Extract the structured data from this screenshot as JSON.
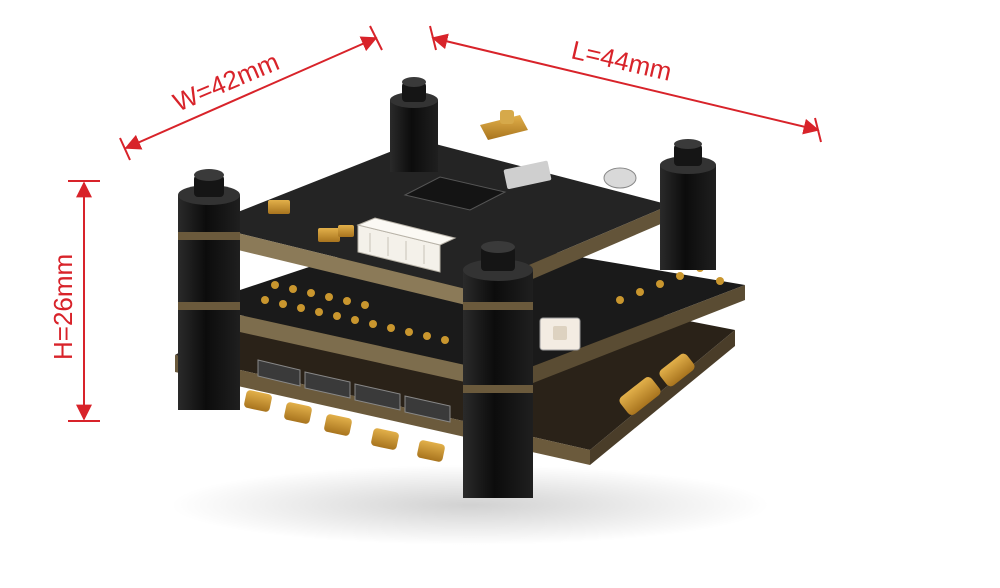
{
  "dimensions": {
    "width_label": "W=42mm",
    "length_label": "L=44mm",
    "height_label": "H=26mm"
  },
  "colors": {
    "annotation": "#d8232a",
    "pcb_dark": "#1c1c1c",
    "pcb_edge": "#8a7a5a",
    "standoff": "#111111",
    "gold_pad": "#c9962e"
  },
  "objects": {
    "stack": "fc-esc-stack",
    "standoffs": [
      "standoff-front-left",
      "standoff-front-right",
      "standoff-back-left",
      "standoff-back-right"
    ]
  }
}
